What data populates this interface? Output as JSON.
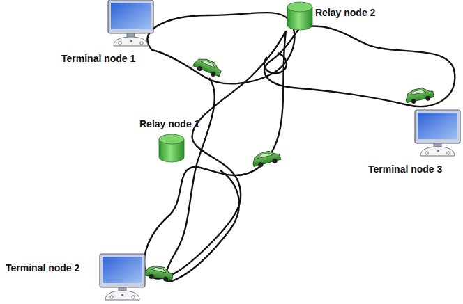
{
  "diagram": {
    "nodes": [
      {
        "text": [
          "Terminal node 1"
        ]
      },
      {
        "text": [
          "Relay node 2"
        ]
      },
      {
        "text": [
          "Relay node 1"
        ]
      },
      {
        "text": [
          "Terminal node 3"
        ]
      },
      {
        "text": [
          "Terminal node 2"
        ]
      }
    ]
  }
}
